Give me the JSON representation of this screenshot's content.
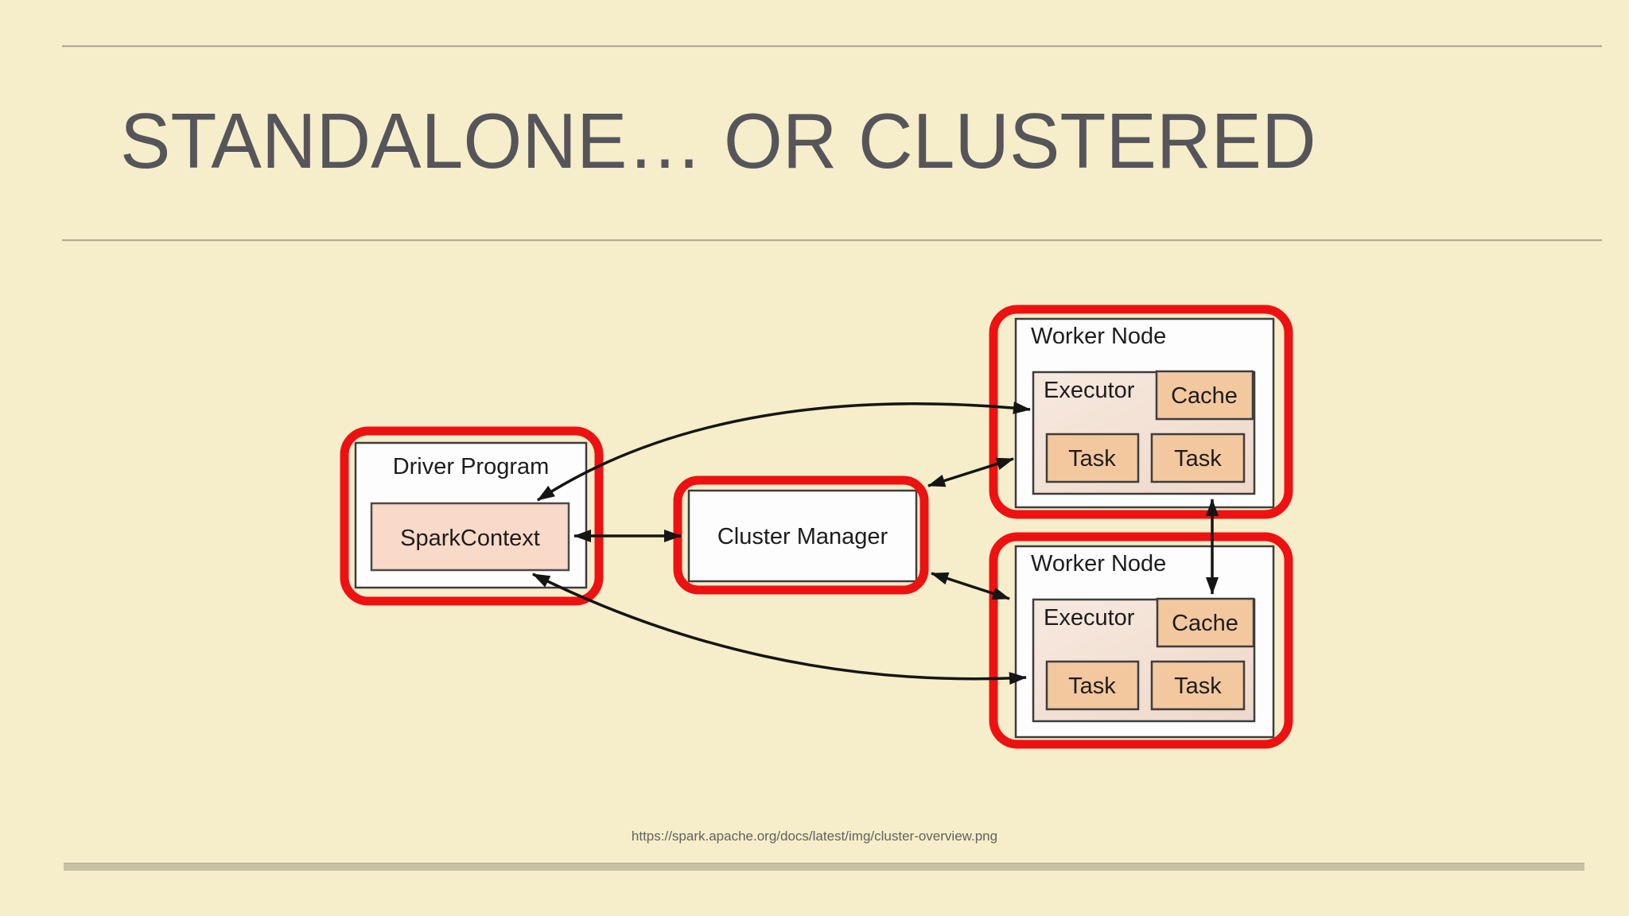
{
  "slide": {
    "title": "STANDALONE… OR CLUSTERED",
    "caption": "https://spark.apache.org/docs/latest/img/cluster-overview.png"
  },
  "diagram": {
    "driver": {
      "title": "Driver Program",
      "context": "SparkContext"
    },
    "cluster_manager": {
      "title": "Cluster Manager"
    },
    "worker_top": {
      "title": "Worker Node",
      "executor": "Executor",
      "cache": "Cache",
      "tasks": [
        "Task",
        "Task"
      ]
    },
    "worker_bottom": {
      "title": "Worker Node",
      "executor": "Executor",
      "cache": "Cache",
      "tasks": [
        "Task",
        "Task"
      ]
    },
    "colors": {
      "highlight_red": "#ee1111",
      "sparkcontext_fill": "#f9d9c7",
      "executor_fill": "#f4e1d5",
      "cache_task_fill": "#f3c89f",
      "node_box_fill": "#fdfdfd",
      "arrow_black": "#151515",
      "slide_background": "#f6edca",
      "title_gray": "#55555a"
    }
  }
}
